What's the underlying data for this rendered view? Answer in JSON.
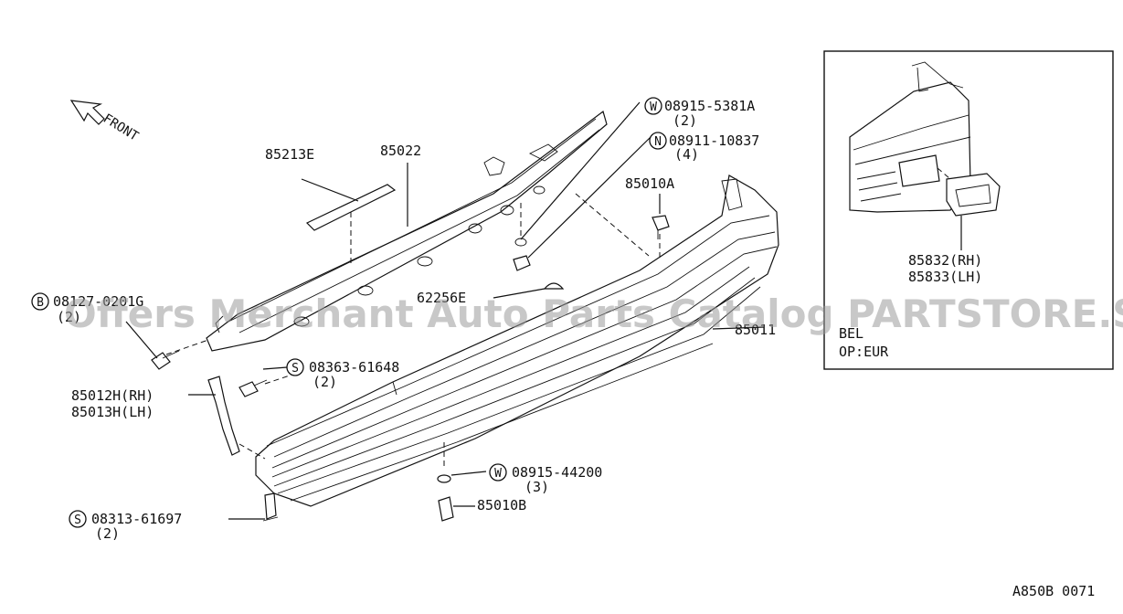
{
  "front_label": "FRONT",
  "watermark": "Offers Merchant Auto Parts Catalog PARTSTORE.SA",
  "diagram_code": "A850B 0071",
  "inset": {
    "note_line1": "BEL",
    "note_line2": "OP:EUR"
  },
  "parts": {
    "p85213e": "85213E",
    "p85022": "85022",
    "p08915_5381a": {
      "prefix": "W",
      "number": "08915-5381A",
      "qty": "(2)"
    },
    "p08911_10837": {
      "prefix": "N",
      "number": "08911-10837",
      "qty": "(4)"
    },
    "p85010a": "85010A",
    "p08127": {
      "prefix": "B",
      "number": "08127-0201G",
      "qty": "(2)"
    },
    "p62256e": "62256E",
    "p85011": "85011",
    "p08363_61648": {
      "prefix": "S",
      "number": "08363-61648",
      "qty": "(2)"
    },
    "p85012h": "85012H(RH)",
    "p85013h": "85013H(LH)",
    "p08915_44200": {
      "prefix": "W",
      "number": "08915-44200",
      "qty": "(3)"
    },
    "p85010b": "85010B",
    "p08313_61697": {
      "prefix": "S",
      "number": "08313-61697",
      "qty": "(2)"
    },
    "p85832": "85832(RH)",
    "p85833": "85833(LH)"
  }
}
